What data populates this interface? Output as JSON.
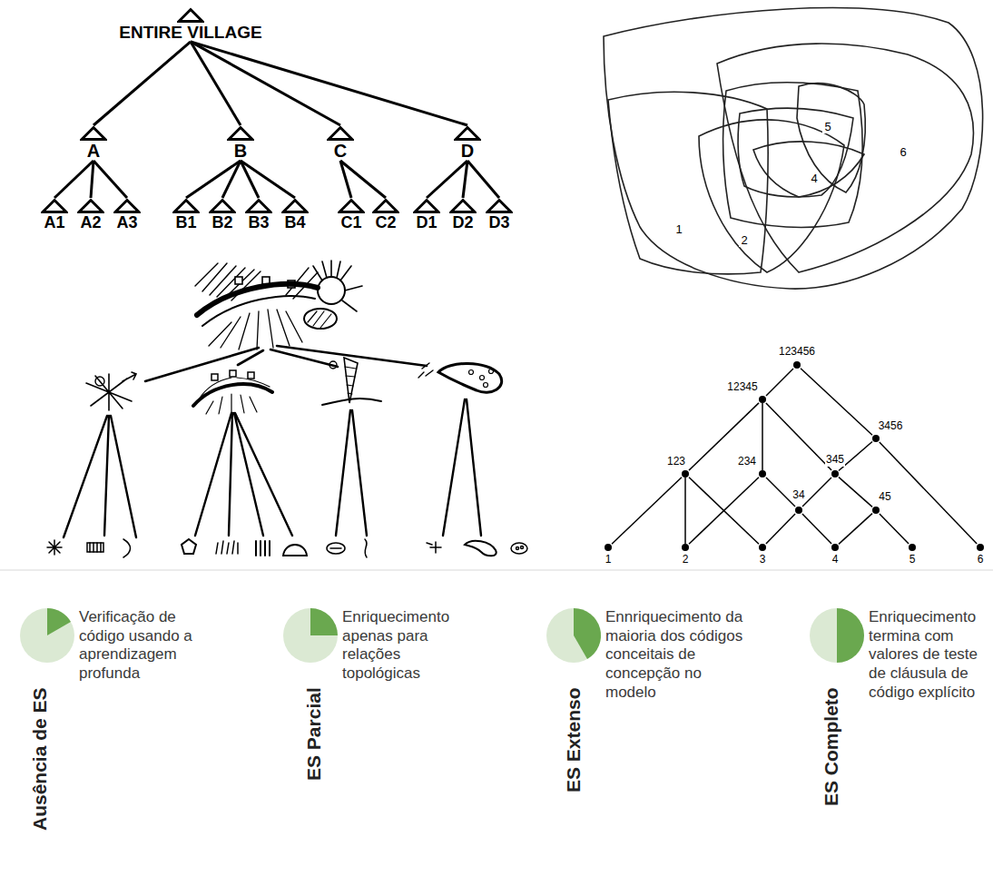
{
  "diagram": {
    "nodes": [
      {
        "text": [
          "ENTIRE VILLAGE"
        ]
      },
      {
        "text": [
          "A"
        ]
      },
      {
        "text": [
          "B"
        ]
      },
      {
        "text": [
          "C"
        ]
      },
      {
        "text": [
          "D"
        ]
      },
      {
        "text": [
          "A1"
        ]
      },
      {
        "text": [
          "A2"
        ]
      },
      {
        "text": [
          "A3"
        ]
      },
      {
        "text": [
          "B1"
        ]
      },
      {
        "text": [
          "B2"
        ]
      },
      {
        "text": [
          "B3"
        ]
      },
      {
        "text": [
          "B4"
        ]
      },
      {
        "text": [
          "C1"
        ]
      },
      {
        "text": [
          "C2"
        ]
      },
      {
        "text": [
          "D1"
        ]
      },
      {
        "text": [
          "D2"
        ]
      },
      {
        "text": [
          "D3"
        ]
      },
      {
        "text": [
          "123456"
        ]
      },
      {
        "text": [
          "12345"
        ]
      },
      {
        "text": [
          "3456"
        ]
      },
      {
        "text": [
          "123"
        ]
      },
      {
        "text": [
          "234"
        ]
      },
      {
        "text": [
          "345"
        ]
      },
      {
        "text": [
          "34"
        ]
      },
      {
        "text": [
          "45"
        ]
      },
      {
        "text": [
          "1"
        ]
      },
      {
        "text": [
          "2"
        ]
      },
      {
        "text": [
          "3"
        ]
      },
      {
        "text": [
          "4"
        ]
      },
      {
        "text": [
          "5"
        ]
      },
      {
        "text": [
          "6"
        ]
      }
    ],
    "edges": [
      {
        "from": 0,
        "to": 1,
        "arrow": "none"
      },
      {
        "from": 0,
        "to": 2,
        "arrow": "none"
      },
      {
        "from": 0,
        "to": 3,
        "arrow": "none"
      },
      {
        "from": 0,
        "to": 4,
        "arrow": "none"
      },
      {
        "from": 1,
        "to": 5,
        "arrow": "none"
      },
      {
        "from": 1,
        "to": 6,
        "arrow": "none"
      },
      {
        "from": 1,
        "to": 7,
        "arrow": "none"
      },
      {
        "from": 2,
        "to": 8,
        "arrow": "none"
      },
      {
        "from": 2,
        "to": 9,
        "arrow": "none"
      },
      {
        "from": 2,
        "to": 10,
        "arrow": "none"
      },
      {
        "from": 2,
        "to": 11,
        "arrow": "none"
      },
      {
        "from": 3,
        "to": 12,
        "arrow": "none"
      },
      {
        "from": 3,
        "to": 13,
        "arrow": "none"
      },
      {
        "from": 4,
        "to": 14,
        "arrow": "none"
      },
      {
        "from": 4,
        "to": 15,
        "arrow": "none"
      },
      {
        "from": 4,
        "to": 16,
        "arrow": "none"
      },
      {
        "from": 17,
        "to": 18,
        "arrow": "none"
      },
      {
        "from": 17,
        "to": 19,
        "arrow": "none"
      },
      {
        "from": 18,
        "to": 20,
        "arrow": "none"
      },
      {
        "from": 18,
        "to": 21,
        "arrow": "none"
      },
      {
        "from": 18,
        "to": 22,
        "arrow": "none"
      },
      {
        "from": 19,
        "to": 22,
        "arrow": "none"
      },
      {
        "from": 19,
        "to": 30,
        "arrow": "none"
      },
      {
        "from": 20,
        "to": 25,
        "arrow": "none"
      },
      {
        "from": 20,
        "to": 26,
        "arrow": "none"
      },
      {
        "from": 20,
        "to": 27,
        "arrow": "none"
      },
      {
        "from": 21,
        "to": 26,
        "arrow": "none"
      },
      {
        "from": 21,
        "to": 23,
        "arrow": "none"
      },
      {
        "from": 22,
        "to": 23,
        "arrow": "none"
      },
      {
        "from": 22,
        "to": 24,
        "arrow": "none"
      },
      {
        "from": 23,
        "to": 27,
        "arrow": "none"
      },
      {
        "from": 23,
        "to": 28,
        "arrow": "none"
      },
      {
        "from": 24,
        "to": 28,
        "arrow": "none"
      },
      {
        "from": 24,
        "to": 29,
        "arrow": "none"
      }
    ],
    "labels": [
      "5",
      "6",
      "4",
      "1",
      "2",
      "Verificação de código usando a aprendizagem profunda",
      "Ausência de ES",
      "Enriquecimento apenas para relações topológicas",
      "ES Parcial",
      "Ennriquecimento da maioria dos códigos conceitais de concepção no modelo",
      "ES Extenso",
      "Enriquecimento termina com valores de teste de cláusula de código explícito",
      "ES Completo"
    ]
  }
}
